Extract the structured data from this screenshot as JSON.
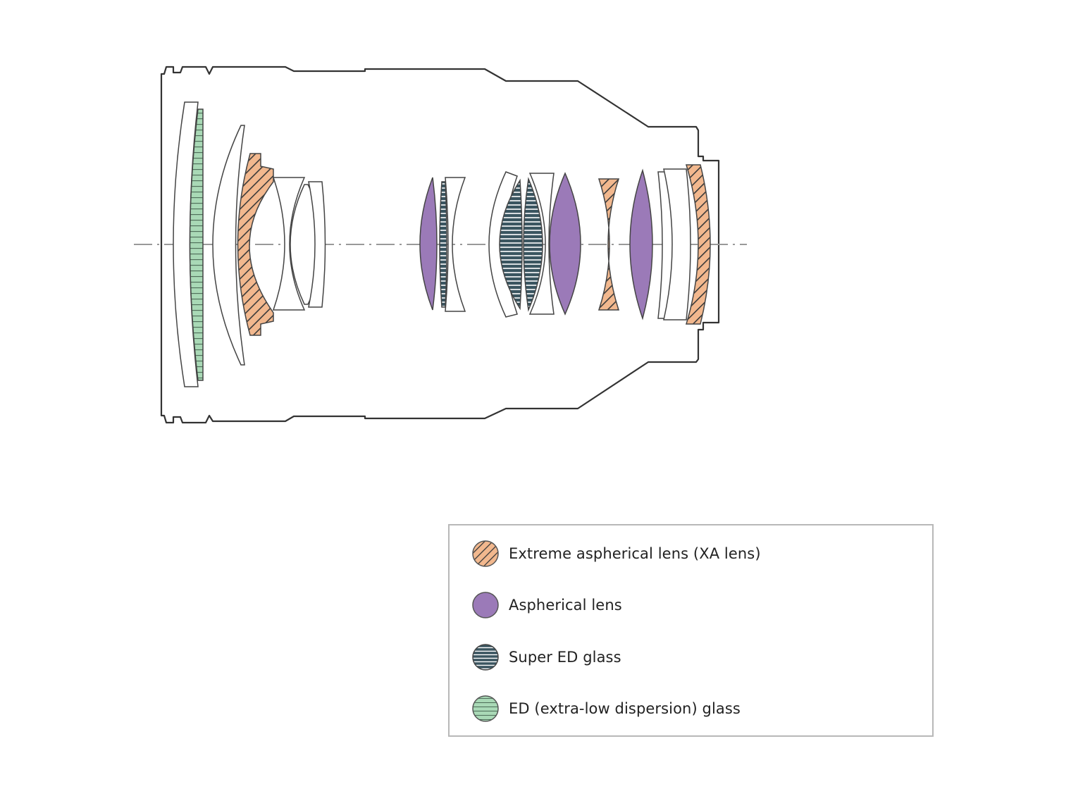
{
  "colors": {
    "outline": "#333333",
    "xa_fill": "#f2b88e",
    "xa_hatch": "#3a3a3a",
    "aspherical_fill": "#9b7ab8",
    "super_ed_fill": "#3a5560",
    "super_ed_stripe": "#ffffff",
    "ed_fill": "#a9d9b6",
    "ed_stripe": "#4f6f5a",
    "axis": "#999999"
  },
  "legend": {
    "items": [
      {
        "key": "xa",
        "label": "Extreme aspherical lens (XA lens)",
        "icon": "xa-lens-swatch-icon"
      },
      {
        "key": "aspherical",
        "label": "Aspherical lens",
        "icon": "aspherical-lens-swatch-icon"
      },
      {
        "key": "super_ed",
        "label": "Super ED glass",
        "icon": "super-ed-glass-swatch-icon"
      },
      {
        "key": "ed",
        "label": "ED (extra-low dispersion) glass",
        "icon": "ed-glass-swatch-icon"
      }
    ]
  }
}
